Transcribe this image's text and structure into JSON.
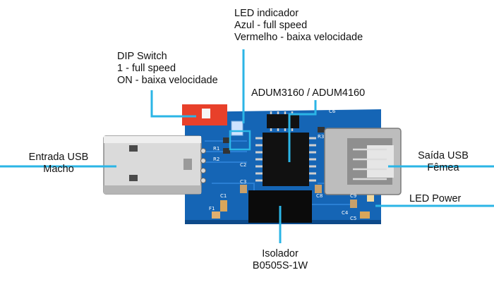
{
  "callouts": {
    "led_indicator": {
      "lines": [
        "LED indicador",
        "Azul - full speed",
        "Vermelho - baixa velocidade"
      ]
    },
    "dip_switch": {
      "lines": [
        "DIP Switch",
        "1 - full speed",
        "ON - baixa velocidade"
      ]
    },
    "adum": {
      "text": "ADUM3160 / ADUM4160"
    },
    "usb_in": {
      "lines": [
        "Entrada USB",
        "Macho"
      ]
    },
    "usb_out": {
      "lines": [
        "Saída USB",
        "Fêmea"
      ]
    },
    "led_power": {
      "text": "LED Power"
    },
    "isolator": {
      "lines": [
        "Isolador",
        "B0505S-1W"
      ]
    }
  },
  "board_silkscreen": {
    "c6": "C6",
    "r1": "R1",
    "r2": "R2",
    "c1": "C1",
    "c2": "C2",
    "c3": "C3",
    "f1": "F1",
    "c4": "C4",
    "c5": "C5",
    "c8": "C8",
    "c9": "C9",
    "r3": "R3"
  },
  "colors": {
    "leader": "#2bb5e6",
    "pcb": "#1565b5",
    "pcb_dark": "#0d4a8a",
    "chip": "#111111",
    "switch": "#e8402a",
    "metal": "#c8c8c8"
  }
}
